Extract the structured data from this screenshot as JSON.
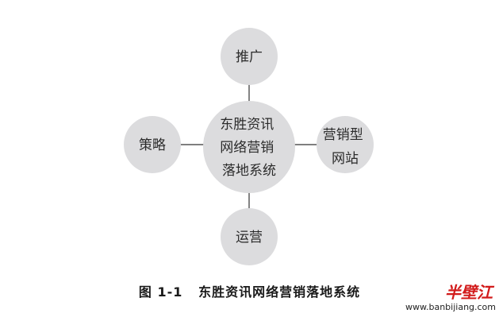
{
  "diagram": {
    "center": {
      "lines": [
        "东胜资讯",
        "网络营销",
        "落地系统"
      ]
    },
    "top": {
      "lines": [
        "推广"
      ]
    },
    "left": {
      "lines": [
        "策略"
      ]
    },
    "right": {
      "lines": [
        "营销型",
        "网站"
      ]
    },
    "bottom": {
      "lines": [
        "运营"
      ]
    }
  },
  "caption": "图 1-1   东胜资讯网络营销落地系统",
  "watermark": {
    "brand": "半壁江",
    "domain": "www.banbijiang.com"
  },
  "colors": {
    "node_fill": "#dcdcde",
    "connector": "#333333"
  }
}
